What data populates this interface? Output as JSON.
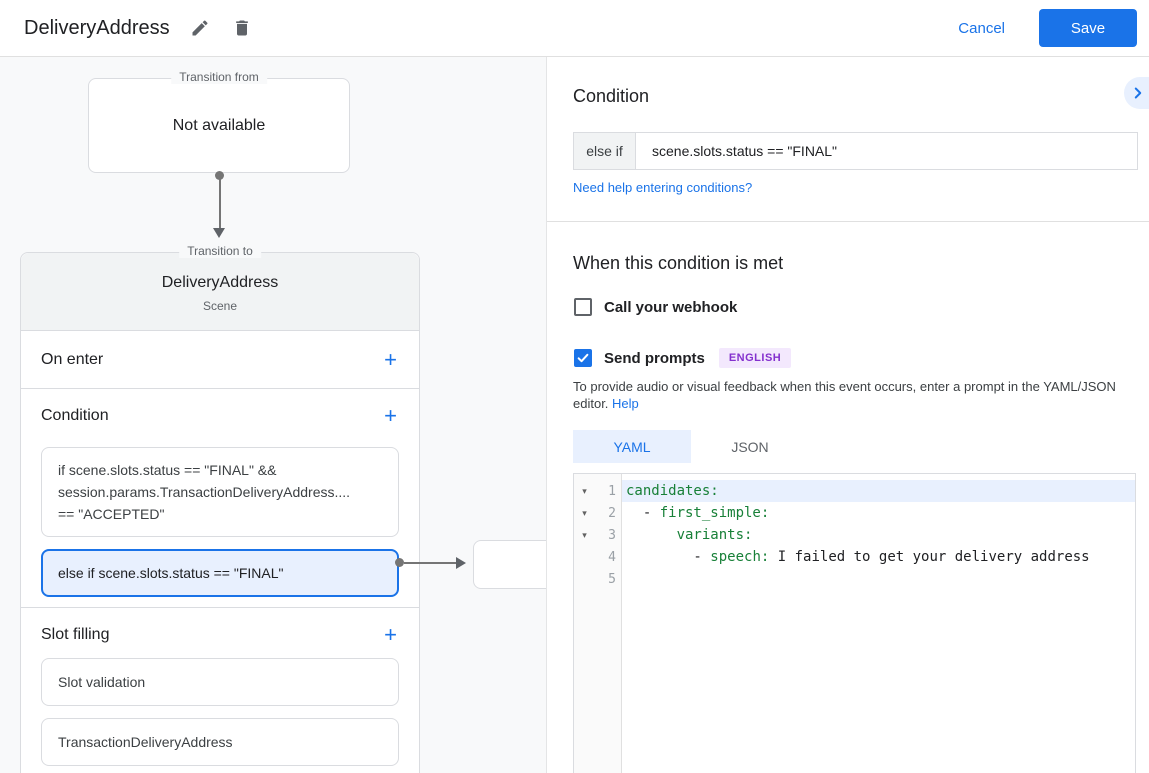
{
  "icons": {
    "plus": "+",
    "fold_arrow": "▾"
  },
  "colors": {
    "accent_blue": "#1a73e8",
    "light_blue": "#e8f0fe",
    "key_green": "#188038",
    "badge_purple_bg": "#f3e8fd",
    "badge_purple_text": "#8430ce"
  },
  "header": {
    "title": "DeliveryAddress",
    "cancel_label": "Cancel",
    "save_label": "Save"
  },
  "diagram": {
    "transition_from": {
      "legend": "Transition from",
      "content": "Not available"
    },
    "transition_to": {
      "legend": "Transition to",
      "title": "DeliveryAddress",
      "subtitle": "Scene"
    },
    "on_enter": {
      "label": "On enter"
    },
    "condition": {
      "label": "Condition",
      "items": [
        {
          "selected": false,
          "lines": [
            "if scene.slots.status == \"FINAL\" &&",
            "session.params.TransactionDeliveryAddress....",
            "== \"ACCEPTED\""
          ]
        },
        {
          "selected": true,
          "lines": [
            "else if scene.slots.status == \"FINAL\""
          ]
        }
      ]
    },
    "slot_filling": {
      "label": "Slot filling",
      "items": [
        "Slot validation",
        "TransactionDeliveryAddress"
      ]
    }
  },
  "panel": {
    "title": "Condition",
    "condition_prefix": "else if",
    "condition_value": "scene.slots.status == \"FINAL\"",
    "help_link": "Need help entering conditions?",
    "section_title": "When this condition is met",
    "webhook": {
      "label": "Call your webhook",
      "checked": false
    },
    "prompts": {
      "label": "Send prompts",
      "checked": true,
      "badge": "ENGLISH"
    },
    "description": "To provide audio or visual feedback when this event occurs, enter a prompt in the YAML/JSON editor.",
    "description_link": "Help",
    "tabs": [
      {
        "label": "YAML",
        "active": true
      },
      {
        "label": "JSON",
        "active": false
      }
    ],
    "editor": {
      "lines": [
        {
          "number": "1",
          "fold": true,
          "highlight": true,
          "tokens": [
            {
              "c": "key",
              "t": "candidates:"
            }
          ]
        },
        {
          "number": "2",
          "fold": true,
          "highlight": false,
          "tokens": [
            {
              "c": "plain",
              "t": "  - "
            },
            {
              "c": "key",
              "t": "first_simple:"
            }
          ]
        },
        {
          "number": "3",
          "fold": true,
          "highlight": false,
          "tokens": [
            {
              "c": "plain",
              "t": "      "
            },
            {
              "c": "key",
              "t": "variants:"
            }
          ]
        },
        {
          "number": "4",
          "fold": false,
          "highlight": false,
          "tokens": [
            {
              "c": "plain",
              "t": "        - "
            },
            {
              "c": "key",
              "t": "speech:"
            },
            {
              "c": "plain",
              "t": " I failed to get your delivery address"
            }
          ]
        },
        {
          "number": "5",
          "fold": false,
          "highlight": false,
          "tokens": []
        }
      ]
    }
  }
}
